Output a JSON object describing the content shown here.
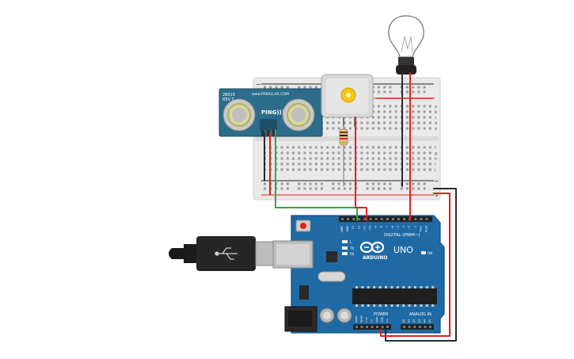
{
  "colors": {
    "background": "#ffffff",
    "breadboard": "#e9e9e9",
    "arduino_board": "#1f6aa5",
    "arduino_dark": "#15507f",
    "sensor_board": "#2b6d8a",
    "wire_red": "#e0221c",
    "wire_black": "#2b2b2b",
    "wire_green": "#2ea84a",
    "motor_body": "#d9d9d9",
    "led_yellow": "#f5c518"
  },
  "sensor": {
    "model": "PING)))",
    "rev_line1": "28015",
    "rev_line2": "REV C",
    "maker": "www.PARALLAX.COM",
    "icon": "ultrasonic-sensor-icon"
  },
  "breadboard": {
    "row_letters_top": [
      "a",
      "b",
      "c",
      "d",
      "e"
    ],
    "row_letters_bottom": [
      "f",
      "g",
      "h",
      "i",
      "j"
    ],
    "rail_minus": "−",
    "rail_plus": "+"
  },
  "arduino": {
    "digital_label": "DIGITAL (PWM~)",
    "logo_text": "ARDUINO",
    "model": "UNO",
    "on_label": "ON",
    "tx_label": "TX",
    "rx_label": "RX",
    "l_label": "L",
    "power_label": "POWER",
    "analog_label": "ANALOG IN",
    "top_pins": [
      "AREF",
      "GND",
      "13",
      "12",
      "~11",
      "~10",
      "~9",
      "8",
      "7",
      "~6",
      "~5",
      "4",
      "~3",
      "2",
      "TX▸1",
      "RX◂0"
    ],
    "power_pins": [
      "IOREF",
      "RESET",
      "3.3V",
      "5V",
      "GND",
      "GND",
      "Vin"
    ],
    "analog_pins": [
      "A0",
      "A1",
      "A2",
      "A3",
      "A4",
      "A5"
    ]
  },
  "components": {
    "bulb_icon": "light-bulb-icon",
    "motor_icon": "dc-motor-icon",
    "resistor_icon": "resistor-icon",
    "usb_icon": "usb-cable-icon"
  }
}
